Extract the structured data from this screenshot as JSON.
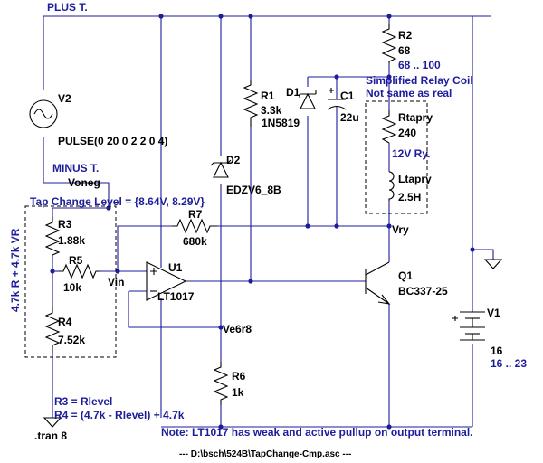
{
  "nets": {
    "plus": "PLUS T.",
    "minus": "MINUS T.",
    "voneg": "Voneg",
    "vin": "Vin",
    "ve6r8": "Ve6r8",
    "vry": "Vry"
  },
  "v2": {
    "name": "V2",
    "value": "PULSE(0 20 0 2 2 0 4)"
  },
  "v1": {
    "name": "V1",
    "value": "16",
    "range": "16 .. 23"
  },
  "r1": {
    "name": "R1",
    "value": "3.3k"
  },
  "r2": {
    "name": "R2",
    "value": "68",
    "range": "68 .. 100"
  },
  "r3": {
    "name": "R3",
    "value": "1.88k"
  },
  "r4": {
    "name": "R4",
    "value": "7.52k"
  },
  "r5": {
    "name": "R5",
    "value": "10k"
  },
  "r6": {
    "name": "R6",
    "value": "1k"
  },
  "r7": {
    "name": "R7",
    "value": "680k"
  },
  "rtapry": {
    "name": "Rtapry",
    "value": "240"
  },
  "ltapry": {
    "name": "Ltapry",
    "value": "2.5H"
  },
  "d1": {
    "name": "D1",
    "value": "1N5819"
  },
  "d2": {
    "name": "D2",
    "value": "EDZV6_8B"
  },
  "c1": {
    "name": "C1",
    "value": "22u"
  },
  "u1": {
    "name": "U1",
    "value": "LT1017"
  },
  "q1": {
    "name": "Q1",
    "value": "BC337-25"
  },
  "notes": {
    "tap_change": "Tap Change Level = {8.64V, 8.29V}",
    "relay_line1": "Simplified Relay Coil",
    "relay_line2": "Not same as real",
    "relay_12v": "12V Ry.",
    "divider_side": "4.7k R + 4.7k VR",
    "r3_eq": "R3 = Rlevel",
    "r4_eq": "R4 = (4.7k - Rlevel) + 4.7k",
    "tran": ".tran 8",
    "pullup": "Note: LT1017 has weak and active pullup on output terminal.",
    "file": "---  D:\\bsch\\524B\\TapChange-Cmp.asc  ---"
  }
}
